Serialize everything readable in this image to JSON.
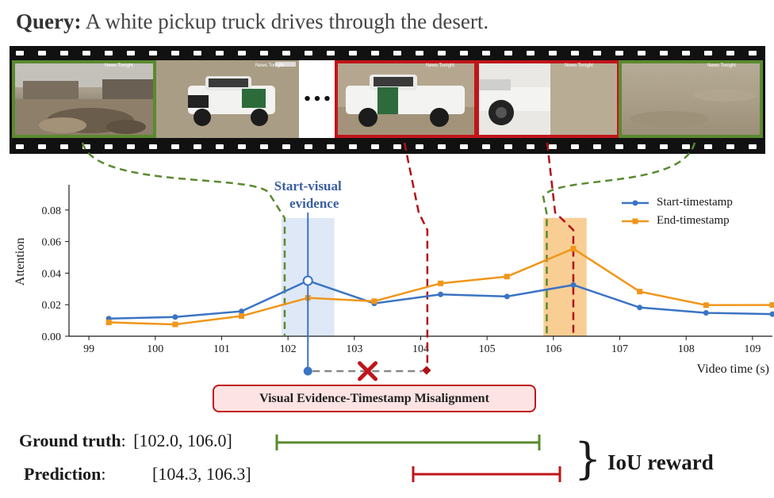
{
  "query": {
    "label": "Query:",
    "text": "A white pickup truck drives through the desert."
  },
  "film": {
    "ellipsis": "•••",
    "watermark": "News Tonight",
    "frames": [
      {
        "scene": "desert-rubble-wall",
        "border": "#5a8a2f"
      },
      {
        "scene": "truck-front",
        "border": ""
      },
      {
        "scene": "ellipsis",
        "border": ""
      },
      {
        "scene": "truck-side",
        "border": "#c0151b"
      },
      {
        "scene": "truck-rear",
        "border": "#c0151b"
      },
      {
        "scene": "empty-desert",
        "border": "#5a8a2f"
      }
    ]
  },
  "annotation": {
    "line1": "Start-visual",
    "line2": "evidence"
  },
  "chart_data": {
    "type": "line",
    "xlabel": "Video time (s)",
    "ylabel": "Attention",
    "xlim": [
      98.7,
      109.3
    ],
    "ylim": [
      0,
      0.096
    ],
    "xticks": [
      "99",
      "100",
      "101",
      "102",
      "103",
      "104",
      "105",
      "106",
      "107",
      "108",
      "109"
    ],
    "yticks": [
      "0.00",
      "0.02",
      "0.04",
      "0.06",
      "0.08"
    ],
    "grid": false,
    "legend_position": "top-right",
    "series": [
      {
        "name": "Start-timestamp",
        "color": "#3b74c4",
        "marker": "circle",
        "x": [
          99.3,
          100.3,
          101.3,
          102.3,
          103.3,
          104.3,
          105.3,
          106.3,
          107.3,
          108.3,
          109.3
        ],
        "y": [
          0.0112,
          0.0122,
          0.0158,
          0.0352,
          0.0208,
          0.0265,
          0.0252,
          0.0325,
          0.0182,
          0.0148,
          0.014
        ]
      },
      {
        "name": "End-timestamp",
        "color": "#f0961a",
        "marker": "square",
        "x": [
          99.3,
          100.3,
          101.3,
          102.3,
          103.3,
          104.3,
          105.3,
          106.3,
          107.3,
          108.3,
          109.3
        ],
        "y": [
          0.0088,
          0.0075,
          0.0128,
          0.0243,
          0.0222,
          0.0335,
          0.0378,
          0.0555,
          0.0283,
          0.0197,
          0.0198
        ]
      }
    ],
    "highlight_start": [
      101.9,
      102.7
    ],
    "highlight_end": [
      105.85,
      106.5
    ],
    "gt_start_line": 101.95,
    "gt_end_line": 105.9,
    "pred_start_line": 104.1,
    "pred_end_line": 106.3
  },
  "misalignment_label": "Visual Evidence-Timestamp Misalignment",
  "ground_truth": {
    "label": "Ground truth",
    "colon": ":",
    "value": "[102.0, 106.0]",
    "color": "#5a8a2f"
  },
  "prediction": {
    "label": "Prediction",
    "colon": ":",
    "value": "[104.3, 106.3]",
    "color": "#c0151b"
  },
  "iou_label": "IoU reward",
  "brace": "}"
}
